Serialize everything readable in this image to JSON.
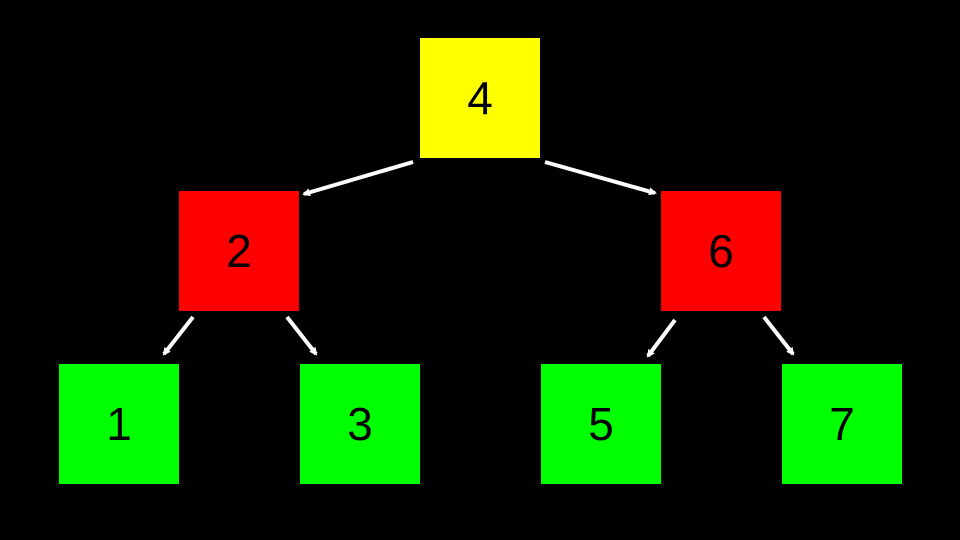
{
  "colors": {
    "background": "#000000",
    "arrow": "#ffffff",
    "text": "#000000"
  },
  "nodes": [
    {
      "id": "n4",
      "label": "4",
      "color": "#ffff00"
    },
    {
      "id": "n2",
      "label": "2",
      "color": "#ff0000"
    },
    {
      "id": "n6",
      "label": "6",
      "color": "#ff0000"
    },
    {
      "id": "n1",
      "label": "1",
      "color": "#00ff00"
    },
    {
      "id": "n3",
      "label": "3",
      "color": "#00ff00"
    },
    {
      "id": "n5",
      "label": "5",
      "color": "#00ff00"
    },
    {
      "id": "n7",
      "label": "7",
      "color": "#00ff00"
    }
  ],
  "edges": [
    {
      "from": "4",
      "to": "2"
    },
    {
      "from": "4",
      "to": "6"
    },
    {
      "from": "2",
      "to": "1"
    },
    {
      "from": "2",
      "to": "3"
    },
    {
      "from": "6",
      "to": "5"
    },
    {
      "from": "6",
      "to": "7"
    }
  ]
}
